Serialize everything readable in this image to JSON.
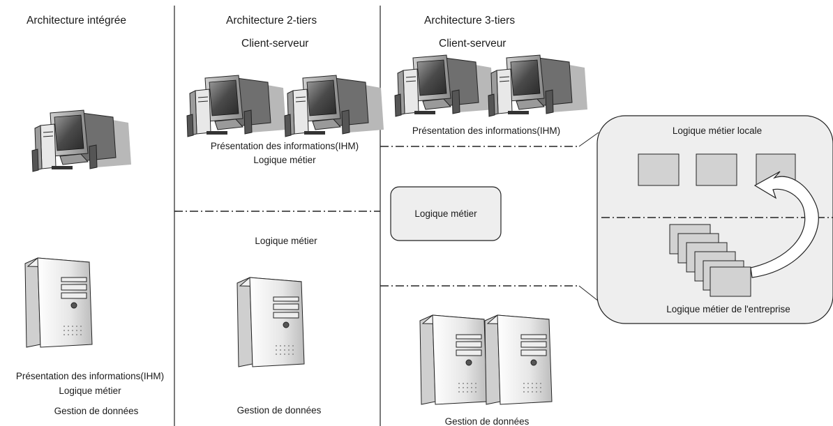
{
  "columns": {
    "integrated": {
      "title": "Architecture intégrée",
      "presentation": "Présentation des informations(IHM)",
      "logic": "Logique métier",
      "data": "Gestion de données"
    },
    "two_tier": {
      "title": "Architecture 2-tiers",
      "subtitle": "Client-serveur",
      "presentation": "Présentation des informations(IHM)",
      "client_logic": "Logique métier",
      "server_logic": "Logique métier",
      "data": "Gestion de données"
    },
    "three_tier": {
      "title": "Architecture 3-tiers",
      "subtitle": "Client-serveur",
      "presentation": "Présentation des informations(IHM)",
      "middle_box": "Logique métier",
      "data": "Gestion de données"
    }
  },
  "detail": {
    "local": "Logique métier locale",
    "enterprise": "Logique métier de l'entreprise"
  },
  "colors": {
    "line": "#222222",
    "panel_fill": "#eeeeee",
    "box_fill": "#d2d2d2",
    "monitor_screen": "#5a5a5a",
    "shadow": "#b5b5b5"
  }
}
